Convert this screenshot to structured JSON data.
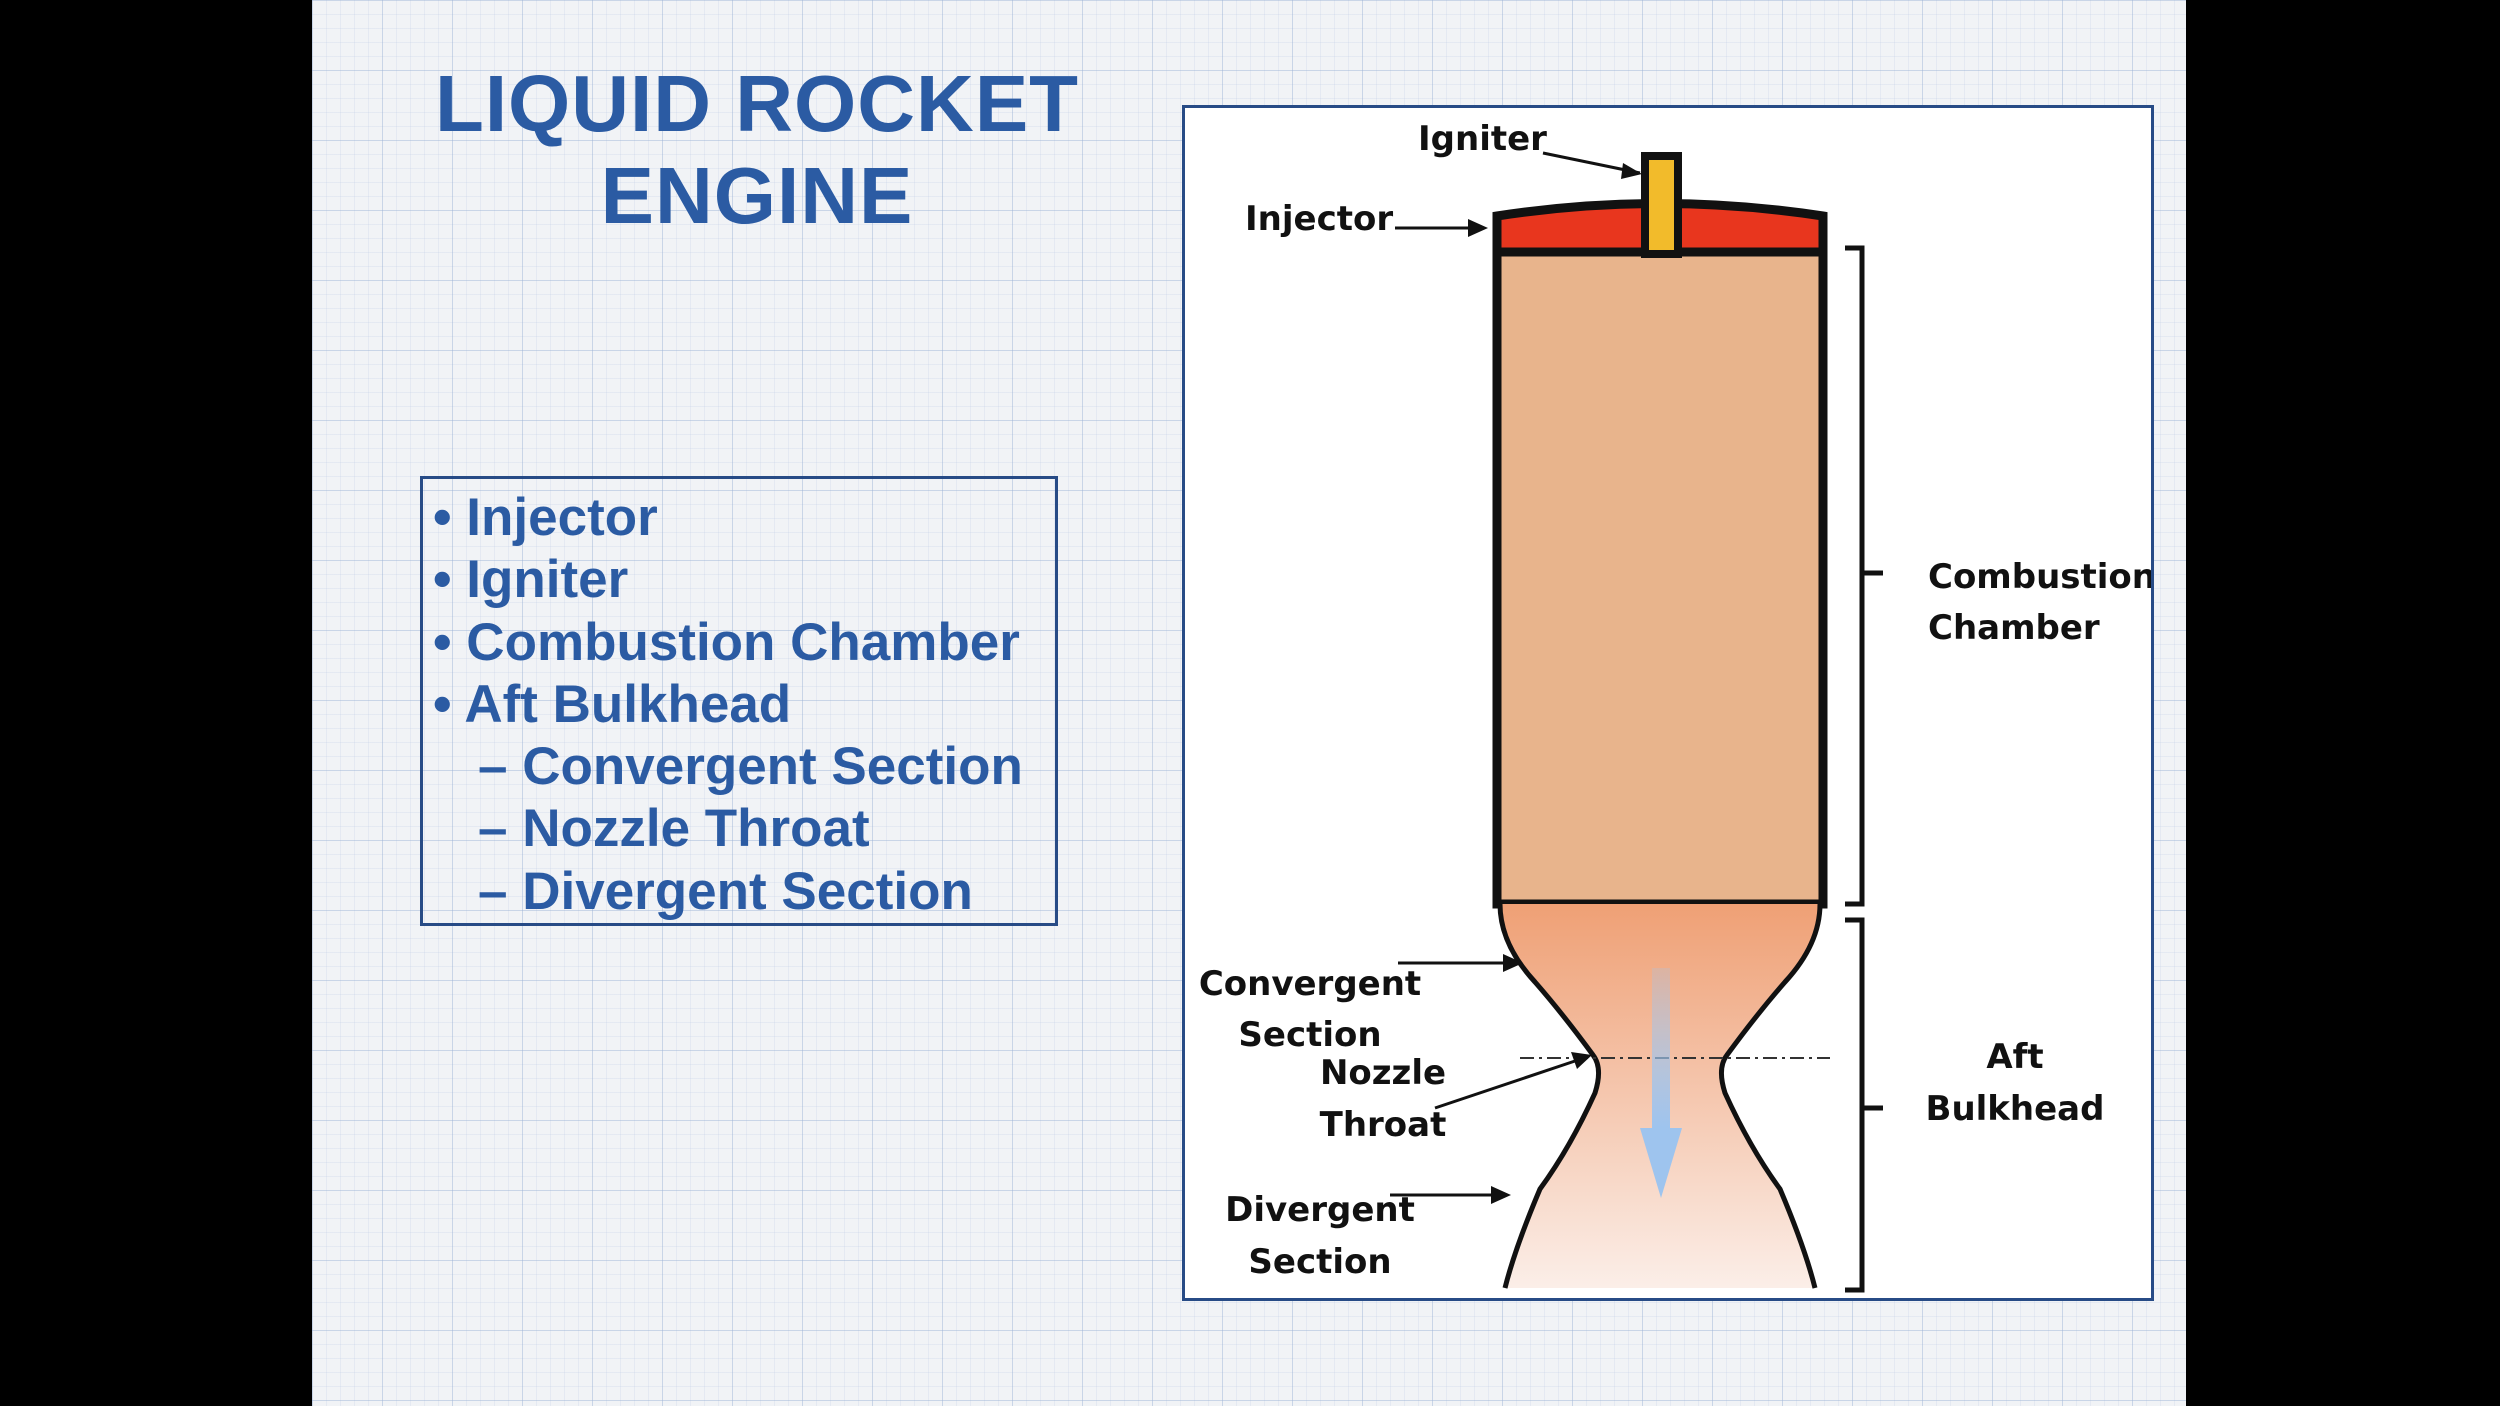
{
  "title": {
    "line1": "LIQUID ROCKET",
    "line2": "ENGINE"
  },
  "bullets": [
    {
      "marker": "•",
      "text": "Injector"
    },
    {
      "marker": "•",
      "text": "Igniter"
    },
    {
      "marker": "•",
      "text": "Combustion Chamber"
    },
    {
      "marker": "•",
      "text": "Aft Bulkhead"
    },
    {
      "marker": "–",
      "text": "Convergent Section"
    },
    {
      "marker": "–",
      "text": "Nozzle Throat"
    },
    {
      "marker": "–",
      "text": "Divergent Section"
    }
  ],
  "diagram": {
    "labels": {
      "igniter": "Igniter",
      "injector": "Injector",
      "combustion_chamber": [
        "Combustion",
        "Chamber"
      ],
      "aft_bulkhead": [
        "Aft",
        "Bulkhead"
      ],
      "convergent_section": [
        "Convergent",
        "Section"
      ],
      "nozzle_throat": [
        "Nozzle",
        "Throat"
      ],
      "divergent_section": [
        "Divergent",
        "Section"
      ]
    },
    "colors": {
      "injector": "#e8361e",
      "igniter": "#f2bb2b",
      "chamber": "#e8b48c",
      "nozzle_top": "#efa075",
      "nozzle_bottom": "#fbeee8",
      "flow_arrow": "#9ec4ee",
      "outline": "#111111",
      "title_text": "#2b5ba3",
      "frame_border": "#274b86"
    }
  }
}
